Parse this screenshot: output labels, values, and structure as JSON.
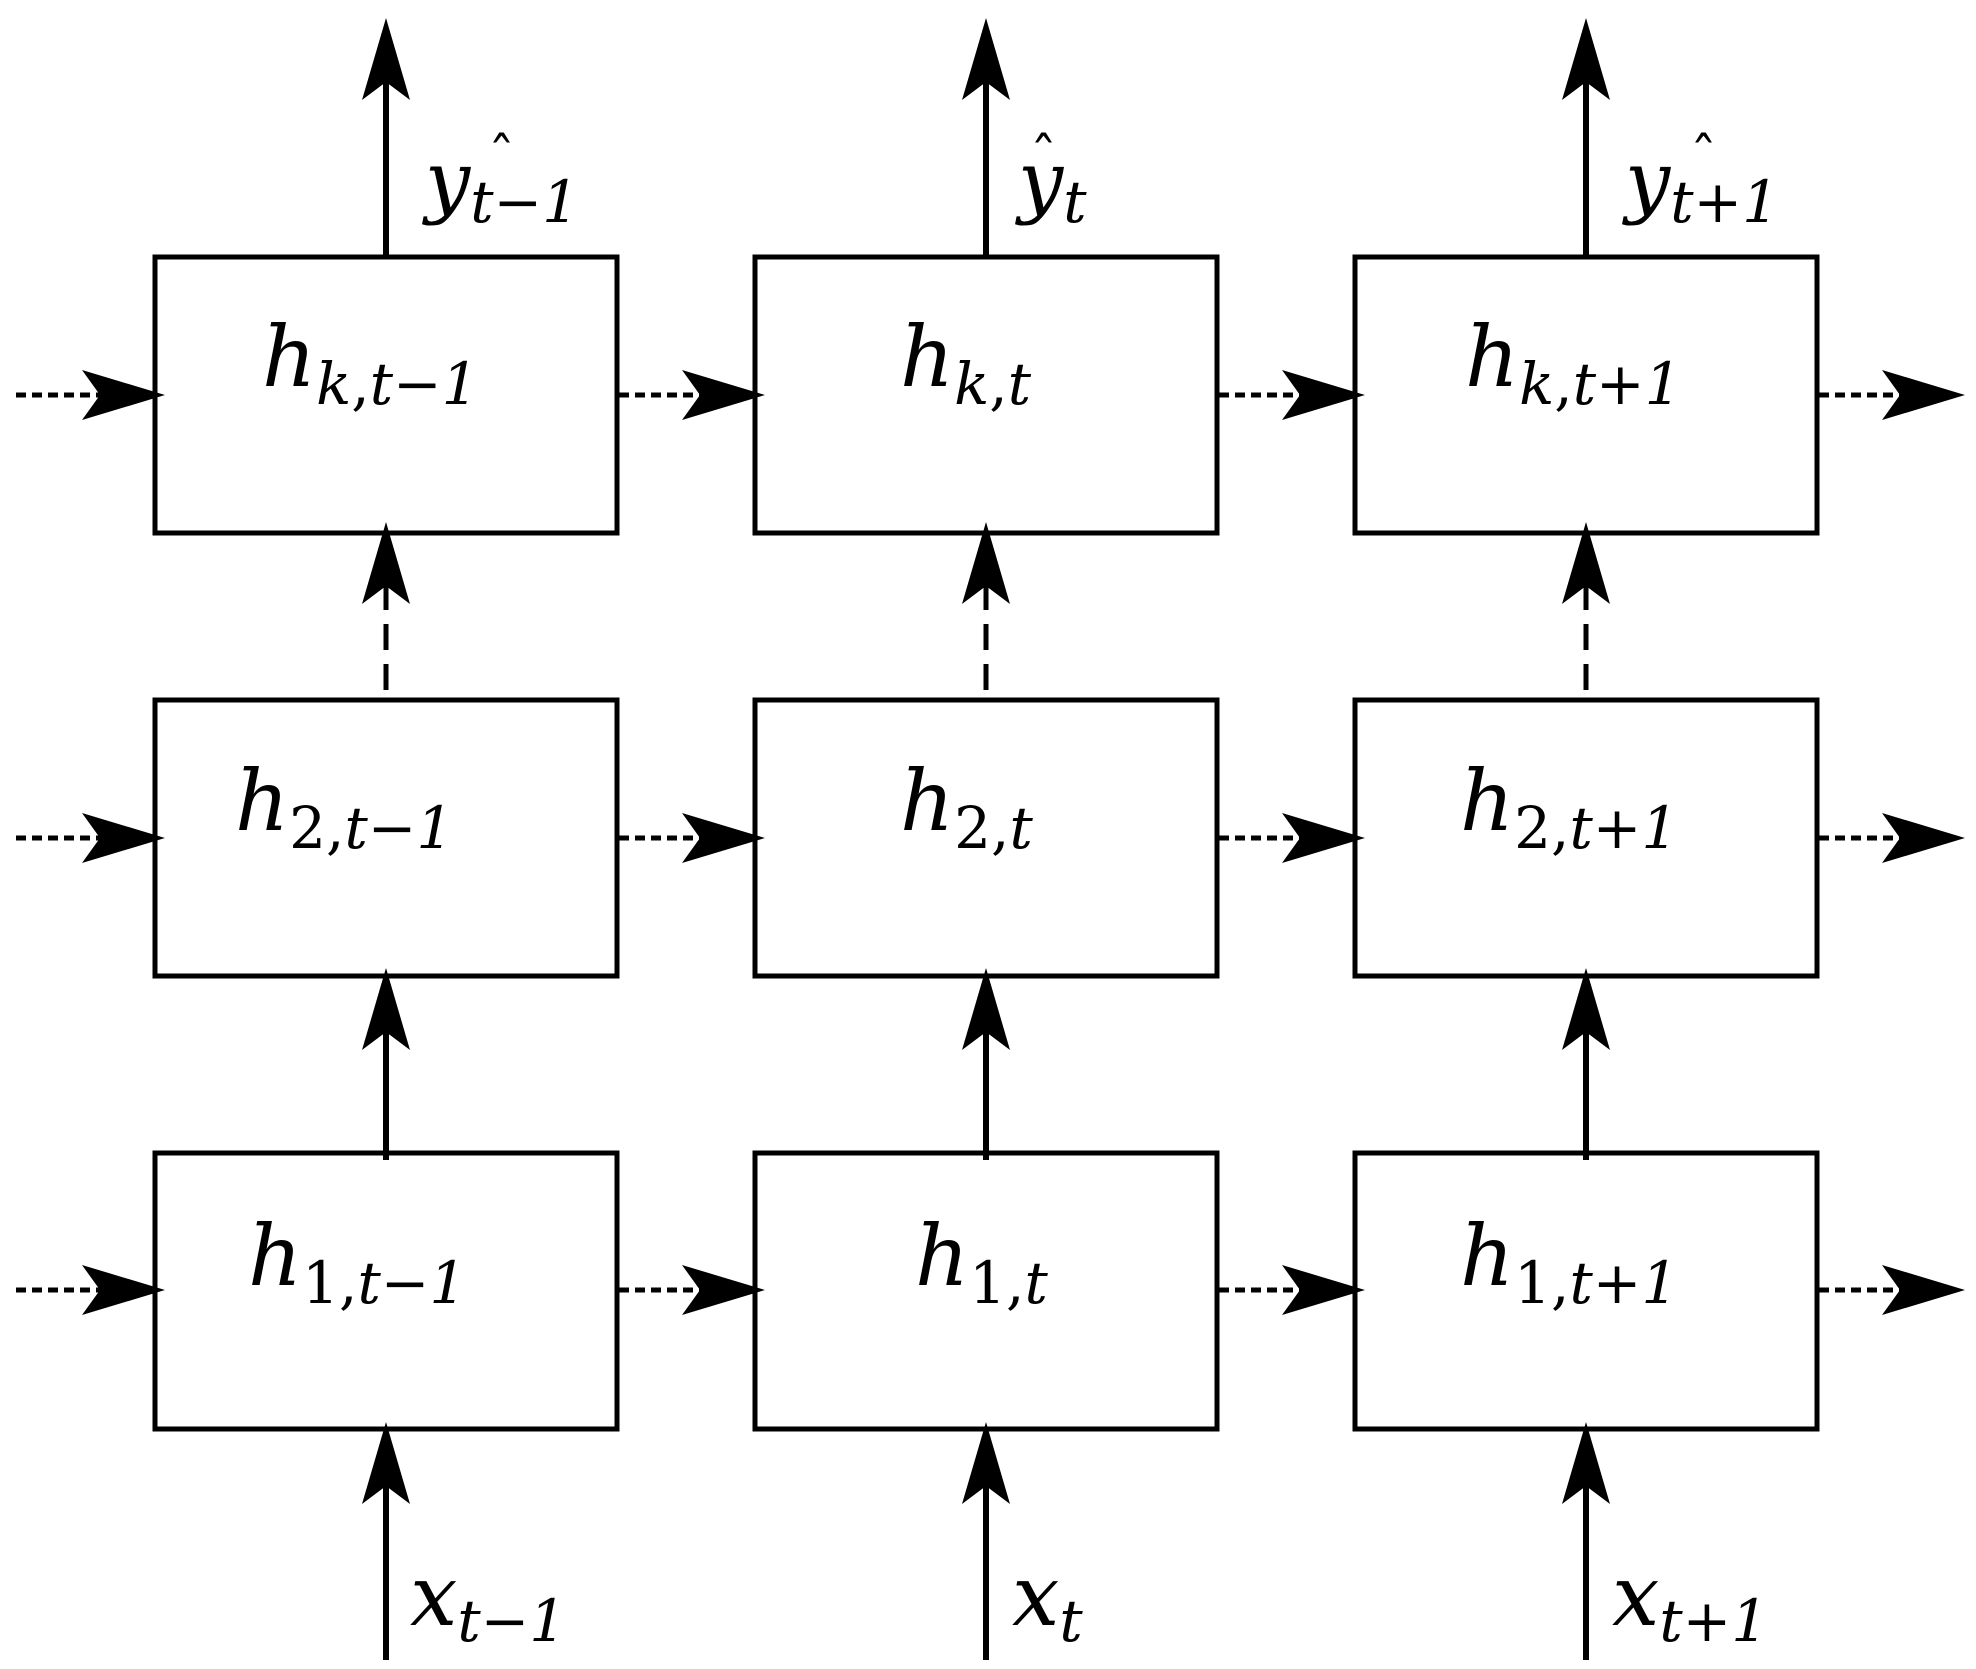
{
  "cells": [
    {
      "id": "hk-tm1",
      "base": "h",
      "sub_var": "k",
      "sub_time": "t−1"
    },
    {
      "id": "hk-t",
      "base": "h",
      "sub_var": "k",
      "sub_time": "t"
    },
    {
      "id": "hk-tp1",
      "base": "h",
      "sub_var": "k",
      "sub_time": "t+1"
    },
    {
      "id": "h2-tm1",
      "base": "h",
      "sub_var": "2",
      "sub_time": "t−1"
    },
    {
      "id": "h2-t",
      "base": "h",
      "sub_var": "2",
      "sub_time": "t"
    },
    {
      "id": "h2-tp1",
      "base": "h",
      "sub_var": "2",
      "sub_time": "t+1"
    },
    {
      "id": "h1-tm1",
      "base": "h",
      "sub_var": "1",
      "sub_time": "t−1"
    },
    {
      "id": "h1-t",
      "base": "h",
      "sub_var": "1",
      "sub_time": "t"
    },
    {
      "id": "h1-tp1",
      "base": "h",
      "sub_var": "1",
      "sub_time": "t+1"
    }
  ],
  "outputs": [
    {
      "base": "y",
      "sub": "t−1",
      "hat": "ˆ"
    },
    {
      "base": "y",
      "sub": "t",
      "hat": "ˆ"
    },
    {
      "base": "y",
      "sub": "t+1",
      "hat": "ˆ"
    }
  ],
  "inputs": [
    {
      "base": "x",
      "sub": "t−1"
    },
    {
      "base": "x",
      "sub": "t"
    },
    {
      "base": "x",
      "sub": "t+1"
    }
  ],
  "comma": ","
}
